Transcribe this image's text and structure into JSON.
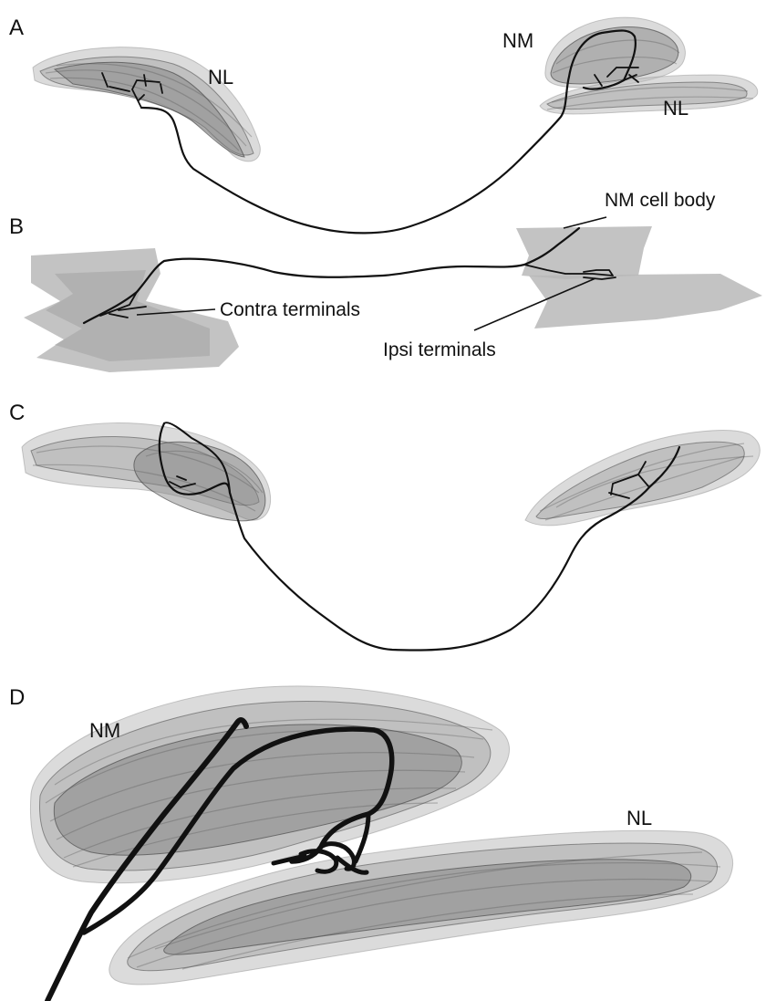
{
  "figure": {
    "panels": [
      {
        "letter": "A",
        "labels": [
          "NM",
          "NL",
          "NL"
        ]
      },
      {
        "letter": "B",
        "annotations": [
          "NM cell body",
          "Contra terminals",
          "Ipsi terminals"
        ]
      },
      {
        "letter": "C",
        "labels": []
      },
      {
        "letter": "D",
        "labels": [
          "NM",
          "NL"
        ]
      }
    ]
  }
}
